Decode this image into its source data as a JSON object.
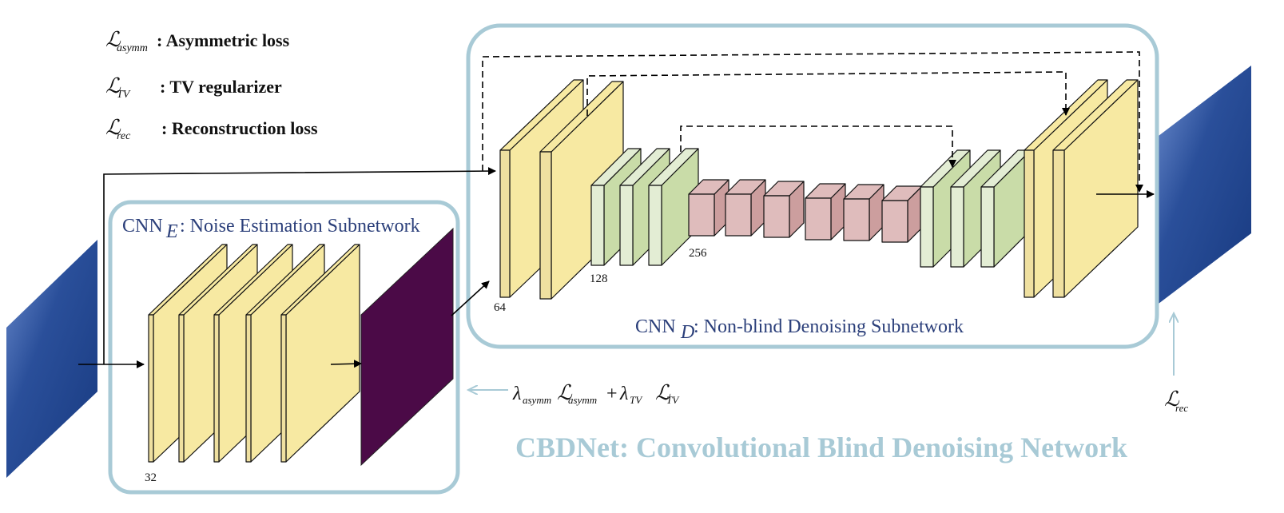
{
  "legend": [
    {
      "symbol": "ℒ",
      "sub": "asymm",
      "text": ": Asymmetric loss"
    },
    {
      "symbol": "ℒ",
      "sub": "TV",
      "text": ": TV regularizer"
    },
    {
      "symbol": "ℒ",
      "sub": "rec",
      "text": ": Reconstruction loss"
    }
  ],
  "estimation": {
    "name": "CNN",
    "sub": "E",
    "desc": ": Noise Estimation Subnetwork",
    "channels": "32"
  },
  "denoising": {
    "name": "CNN",
    "sub": "D",
    "desc": ": Non-blind Denoising Subnetwork",
    "channels": [
      "64",
      "128",
      "256"
    ]
  },
  "loss_formula": {
    "l1": "λ",
    "l1sub": "asymm",
    "L1": "ℒ",
    "L1sub": "asymm",
    "plus": "+",
    "l2": "λ",
    "l2sub": "TV",
    "L2": "ℒ",
    "L2sub": "TV"
  },
  "rec_label": {
    "symbol": "ℒ",
    "sub": "rec"
  },
  "network_title": "CBDNet: Convolutional Blind Denoising Network",
  "colors": {
    "frame": "#a8cad6",
    "yellow": "#f7e9a2",
    "yellowSide": "#efe0a0",
    "green": "#c9dca8",
    "greenLight": "#e3edd4",
    "pink": "#dfbcbc",
    "pinkDark": "#cc9e9e",
    "noise": "#4b0a47",
    "title_blue": "#2b3f7a",
    "image_blue": "#2a4f9a"
  }
}
